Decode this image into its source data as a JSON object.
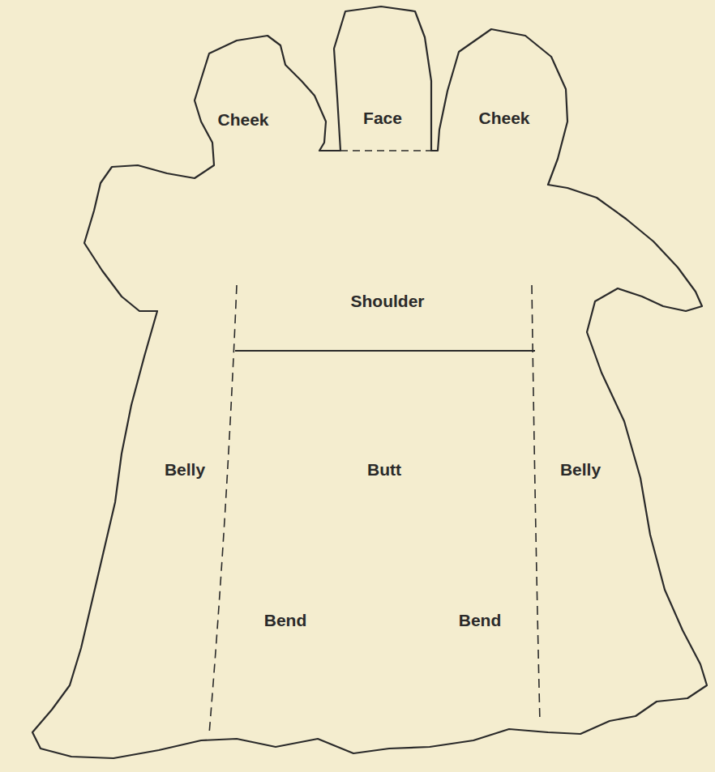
{
  "diagram": {
    "labels": [
      "Cheek",
      "Face",
      "Cheek",
      "Shoulder",
      "Belly",
      "Butt",
      "Belly",
      "Bend",
      "Bend"
    ]
  }
}
